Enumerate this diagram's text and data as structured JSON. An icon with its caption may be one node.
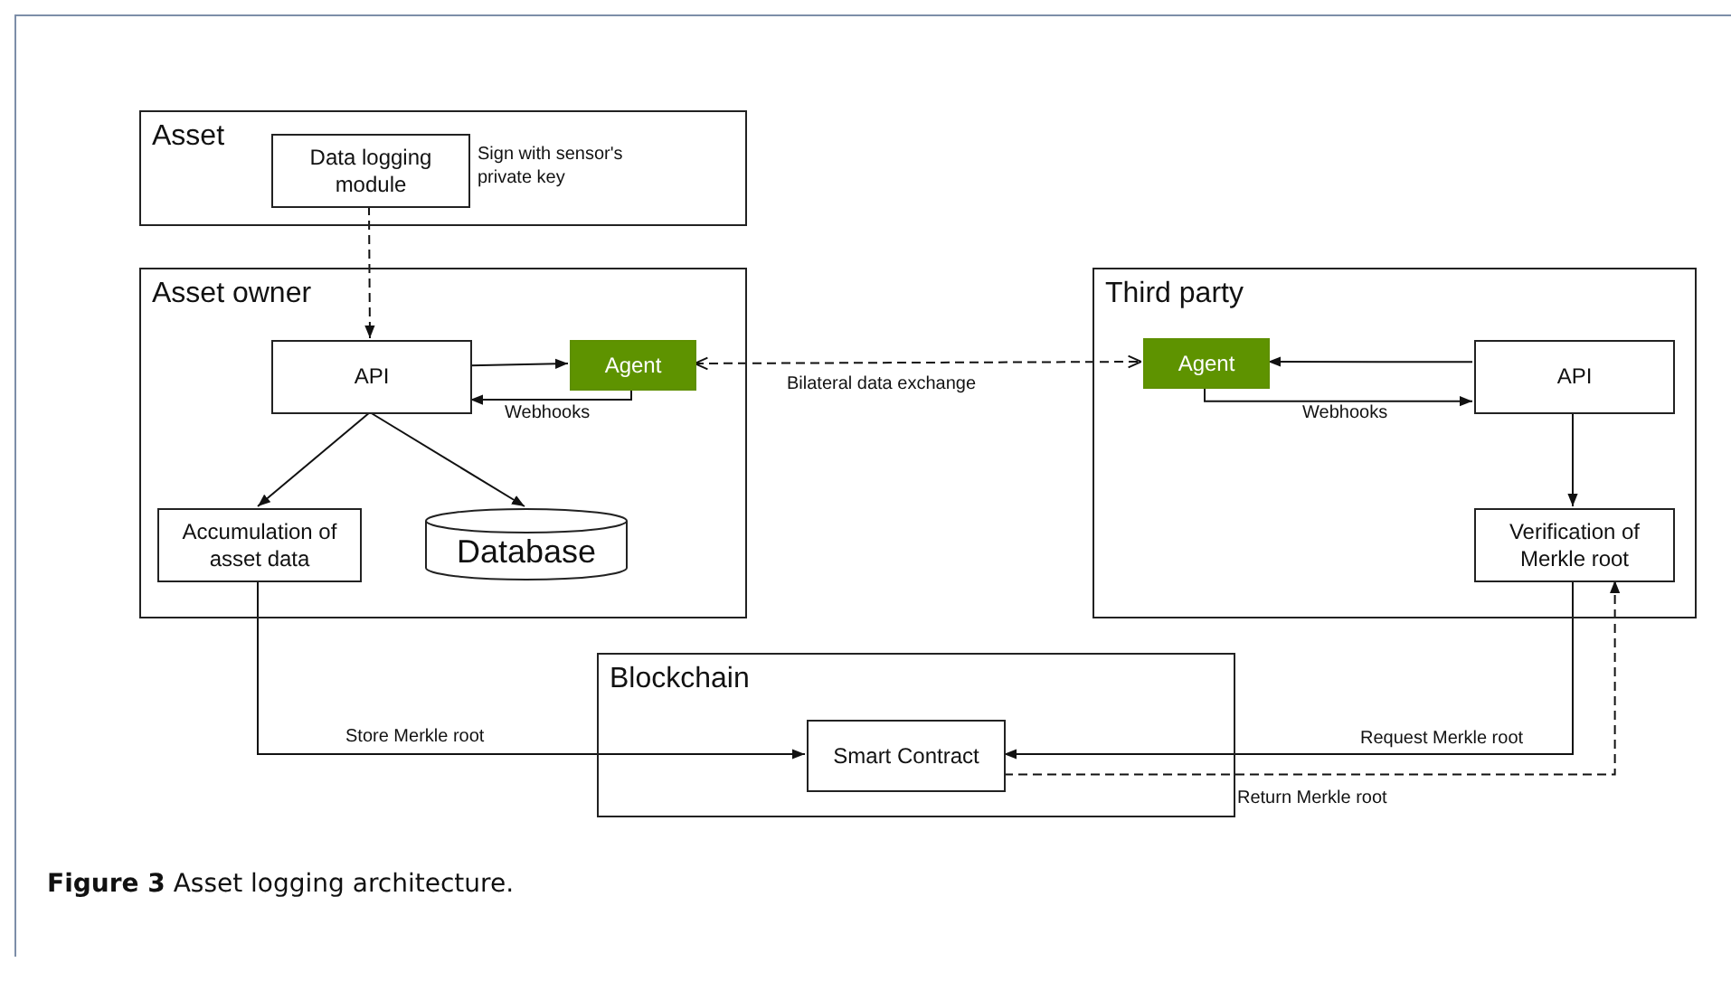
{
  "diagram": {
    "caption": "**Figure 3** Asset logging architecture.",
    "nodes": [
      {
        "text": [
          "Asset"
        ]
      },
      {
        "text": [
          "Data logging module"
        ],
        "in": 0,
        "beside": [
          "Sign with sensor's private key"
        ]
      },
      {
        "text": [
          "Asset owner"
        ]
      },
      {
        "text": [
          "API"
        ],
        "in": 2
      },
      {
        "text": [
          "Agent"
        ],
        "in": 2
      },
      {
        "text": [
          "Accumulation of asset data"
        ],
        "in": 2
      },
      {
        "text": [
          "Database"
        ],
        "in": 2
      },
      {
        "text": [
          "Third party"
        ]
      },
      {
        "text": [
          "Agent"
        ],
        "in": 7
      },
      {
        "text": [
          "API"
        ],
        "in": 7
      },
      {
        "text": [
          "Verification of Merkle root"
        ],
        "in": 7
      },
      {
        "text": [
          "Blockchain"
        ]
      },
      {
        "text": [
          "Smart Contract"
        ],
        "in": 11
      }
    ],
    "edges": [
      {
        "from": 1,
        "to": 3,
        "arrow": "to",
        "style": "dashed"
      },
      {
        "from": 3,
        "to": 4,
        "arrow": "to"
      },
      {
        "from": 4,
        "to": 3,
        "arrow": "to",
        "label": "Webhooks"
      },
      {
        "from": 3,
        "to": 5,
        "arrow": "to"
      },
      {
        "from": 3,
        "to": 6,
        "arrow": "to"
      },
      {
        "from": 4,
        "to": 8,
        "arrow": "both",
        "style": "dashed",
        "label": "Bilateral data exchange"
      },
      {
        "from": 9,
        "to": 8,
        "arrow": "to"
      },
      {
        "from": 8,
        "to": 9,
        "arrow": "to",
        "label": "Webhooks"
      },
      {
        "from": 9,
        "to": 10,
        "arrow": "to"
      },
      {
        "from": 5,
        "to": 12,
        "arrow": "to",
        "label": "Store Merkle root"
      },
      {
        "from": 10,
        "to": 12,
        "arrow": "to",
        "label": "Request Merkle root"
      },
      {
        "from": 12,
        "to": 10,
        "arrow": "to",
        "style": "dashed",
        "label": "Return Merkle root"
      }
    ]
  }
}
